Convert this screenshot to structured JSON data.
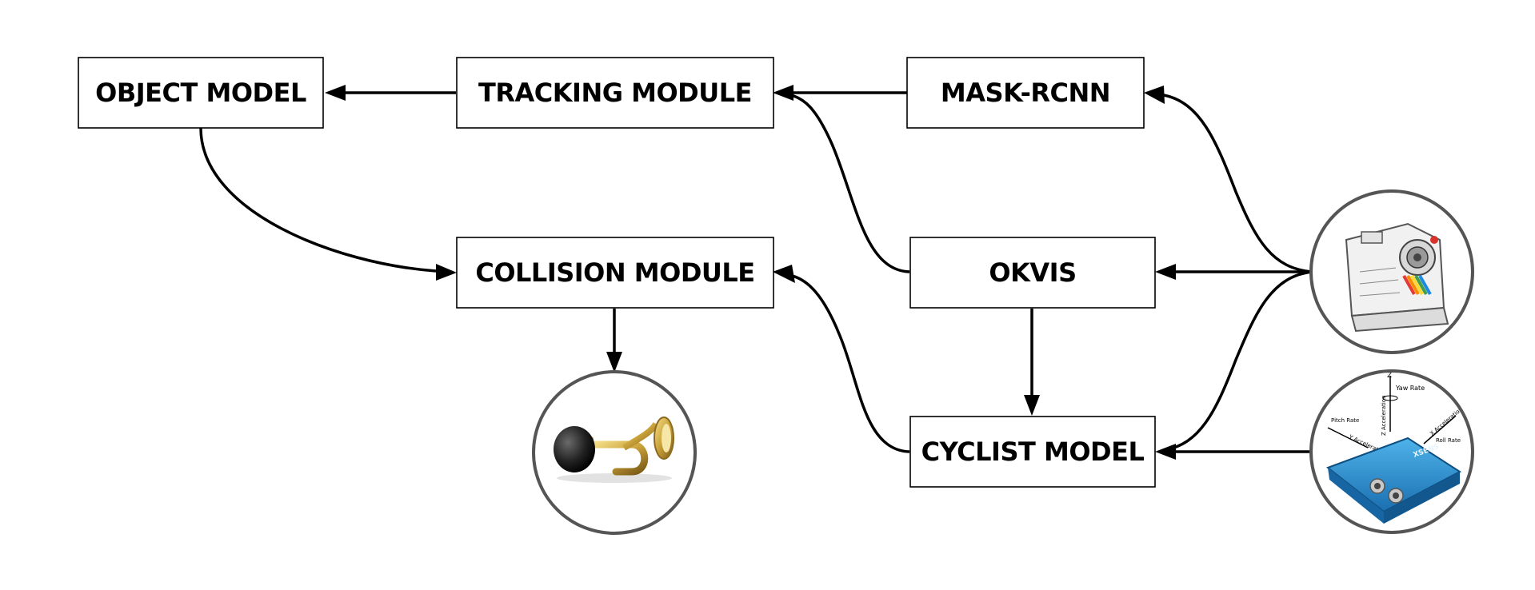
{
  "nodes": {
    "object_model": "OBJECT MODEL",
    "tracking_module": "TRACKING MODULE",
    "mask_rcnn": "MASK-RCNN",
    "collision_module": "COLLISION MODULE",
    "okvis": "OKVIS",
    "cyclist_model": "CYCLIST MODEL"
  },
  "image_nodes": {
    "horn": "horn-icon",
    "camera": "camera-icon",
    "imu": "imu-sensor-icon"
  },
  "imu_labels": {
    "yaw": "Yaw Rate",
    "pitch": "Pitch Rate",
    "roll": "Roll Rate",
    "z_accel": "Z Acceleration",
    "y_accel": "Y Acceleration",
    "x_accel": "X Acceleration",
    "axis_z": "Z",
    "brand": "XSENS"
  },
  "edges": [
    {
      "from": "tracking_module",
      "to": "object_model"
    },
    {
      "from": "mask_rcnn",
      "to": "tracking_module"
    },
    {
      "from": "okvis",
      "to": "tracking_module"
    },
    {
      "from": "object_model",
      "to": "collision_module"
    },
    {
      "from": "cyclist_model",
      "to": "collision_module"
    },
    {
      "from": "collision_module",
      "to": "horn"
    },
    {
      "from": "okvis",
      "to": "cyclist_model"
    },
    {
      "from": "camera",
      "to": "mask_rcnn"
    },
    {
      "from": "camera",
      "to": "okvis"
    },
    {
      "from": "camera",
      "to": "cyclist_model"
    },
    {
      "from": "imu",
      "to": "cyclist_model"
    }
  ]
}
